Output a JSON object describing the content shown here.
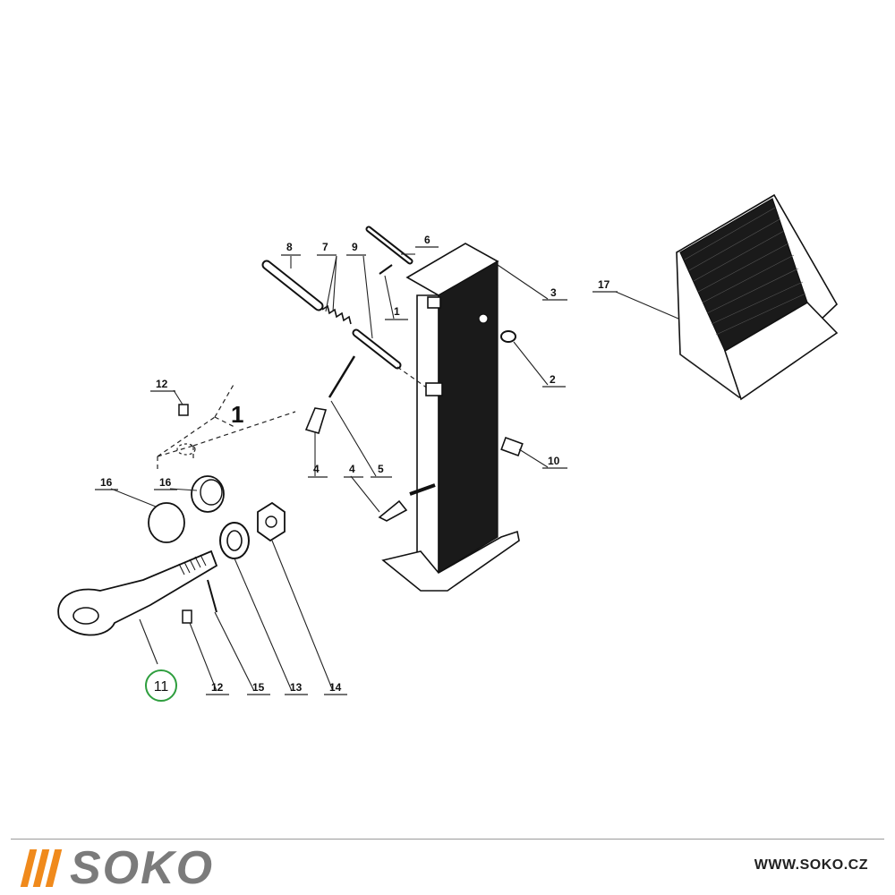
{
  "callouts": {
    "c1": "1",
    "c2": "2",
    "c3": "3",
    "c4a": "4",
    "c4b": "4",
    "c5": "5",
    "c6": "6",
    "c7": "7",
    "c8": "8",
    "c9": "9",
    "c10": "10",
    "c11": "11",
    "c12a": "12",
    "c12b": "12",
    "c13": "13",
    "c14": "14",
    "c15": "15",
    "c16a": "16",
    "c16b": "16",
    "c17": "17"
  },
  "view_marker": "1",
  "highlight_color": "#2e9e3e",
  "brand": {
    "name": "SOKO",
    "bar_color": "#f08a1c",
    "name_color": "#7b7b7b"
  },
  "website": "WWW.SOKO.CZ"
}
